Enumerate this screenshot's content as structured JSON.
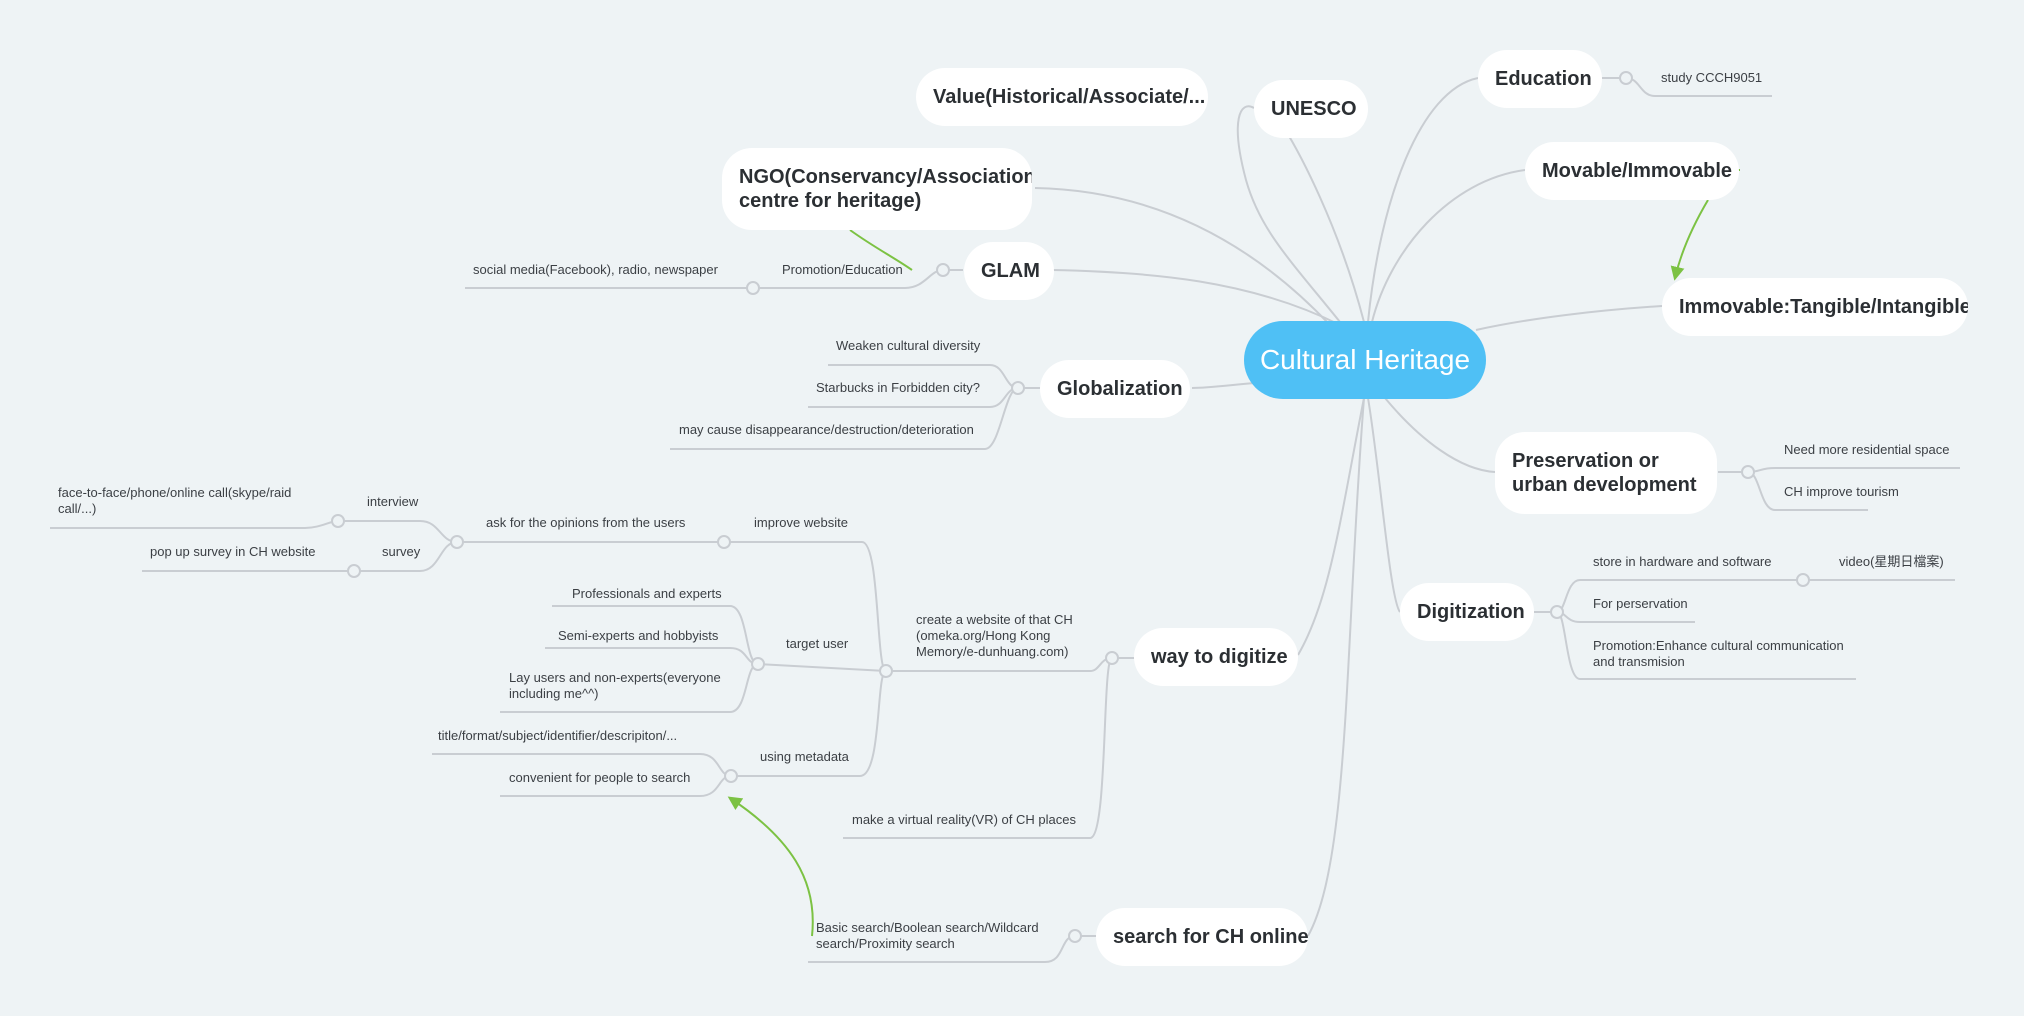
{
  "root": "Cultural Heritage",
  "topics": {
    "unesco": "UNESCO",
    "value": "Value(Historical/Associate/...",
    "ngo": "NGO(Conservancy/Association centre for heritage)",
    "glam": "GLAM",
    "globalization": "Globalization",
    "way_to_digitize": "way to digitize",
    "search_online": "search for CH online",
    "education": "Education",
    "movable": "Movable/Immovable",
    "immovable": "Immovable:Tangible/Intangible",
    "preservation": "Preservation or urban development",
    "digitization": "Digitization"
  },
  "subtopics": {
    "promotion_education": "Promotion/Education",
    "social_media": "social media(Facebook), radio, newspaper",
    "weaken_diversity": "Weaken cultural diversity",
    "starbucks": "Starbucks in Forbidden city?",
    "may_cause": "may cause disappearance/destruction/deterioration",
    "create_website": "create a website of that CH (omeka.org/Hong Kong Memory/e-dunhuang.com)",
    "improve_website": "improve website",
    "ask_opinions": "ask for the opinions from the users",
    "interview": "interview",
    "interview_detail": "face-to-face/phone/online call(skype/raid call/...)",
    "survey": "survey",
    "survey_detail": "pop up survey in CH website",
    "target_user": "target user",
    "professionals": "Professionals and experts",
    "semi_experts": "Semi-experts and hobbyists",
    "lay_users": "Lay users and non-experts(everyone including me^^)",
    "using_metadata": "using metadata",
    "metadata_fields": "title/format/subject/identifier/descripiton/...",
    "convenient_search": "convenient for people to search",
    "vr": "make a virtual reality(VR) of CH places",
    "search_types": "Basic search/Boolean search/Wildcard search/Proximity search",
    "study": "study CCCH9051",
    "residential": "Need more residential space",
    "tourism": "CH improve tourism",
    "store": "store in hardware and software",
    "video": "video(星期日檔案)",
    "perservation": "For perservation",
    "promotion_ccm": "Promotion:Enhance cultural communication and transmision"
  },
  "colors": {
    "background": "#eef3f5",
    "root": "#4fc0f5",
    "branch_line": "#c9cdd2",
    "relationship_arrow": "#7cc243"
  }
}
